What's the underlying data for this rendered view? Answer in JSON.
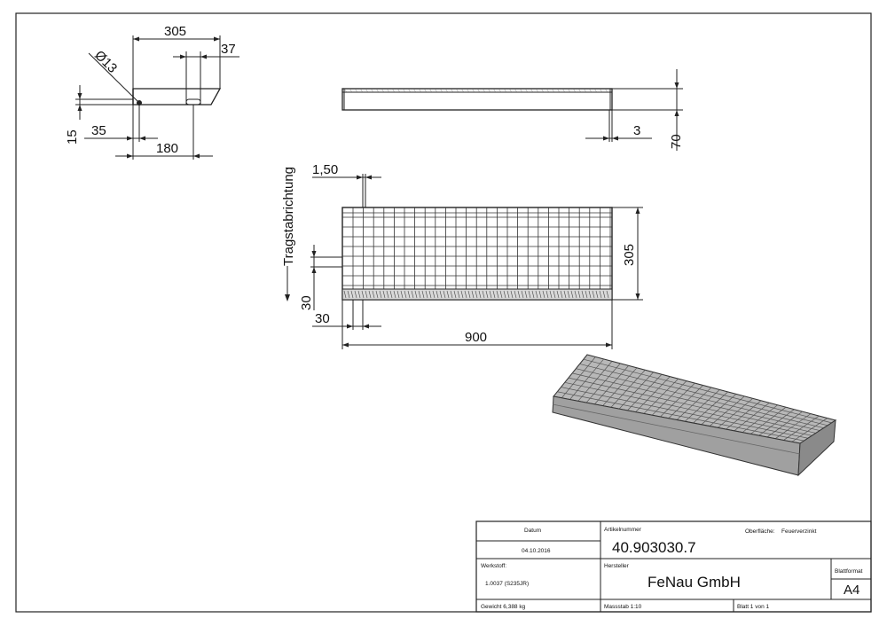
{
  "drawing": {
    "side_view": {
      "dim_width": "305",
      "dim_slot_offset": "37",
      "dim_hole_diameter": "Ø13",
      "dim_height": "15",
      "dim_hole_offset": "35",
      "dim_slot_distance": "180"
    },
    "front_view": {
      "dim_thickness": "3",
      "dim_height": "70"
    },
    "top_view": {
      "bar_direction_label": "Tragstabrichtung",
      "dim_bar_thickness": "1,50",
      "dim_depth": "305",
      "dim_mesh_vertical": "30",
      "dim_mesh_horizontal": "30",
      "dim_length": "900"
    }
  },
  "title_block": {
    "date_label": "Datum",
    "date_value": "04.10.2016",
    "article_label": "Artikelnummer",
    "article_value": "40.903030.7",
    "surface_label": "Oberfläche:",
    "surface_value": "Feuerverzinkt",
    "material_label": "Werkstoff:",
    "material_value": "1.0037 (S235JR)",
    "manufacturer_label": "Hersteller",
    "manufacturer_value": "FeNau GmbH",
    "format_label": "Blattformat",
    "format_value": "A4",
    "weight_label": "Gewicht 6,388 kg",
    "scale_label": "Massstab 1:10",
    "sheet_label": "Blatt 1 von 1"
  }
}
